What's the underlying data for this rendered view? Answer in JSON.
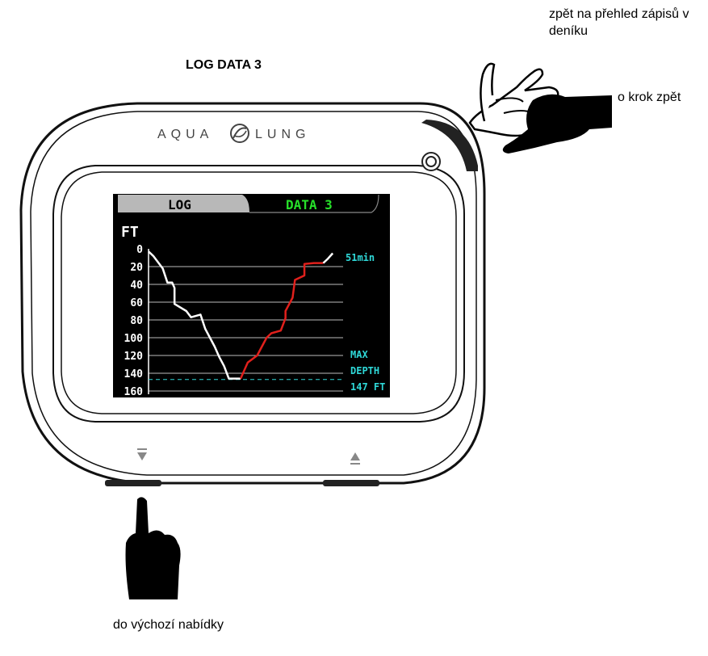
{
  "heading": "LOG DATA 3",
  "notes": {
    "back_to_log_list": "zpět na přehled zápisů v deníku",
    "step_back": "o krok zpět",
    "home_menu": "do výchozí nabídky"
  },
  "device": {
    "brand_left": "AQUA",
    "brand_right": "LUNG"
  },
  "screen": {
    "tab_log": "LOG",
    "tab_data": "DATA 3",
    "unit": "FT",
    "y_ticks": [
      "0",
      "20",
      "40",
      "60",
      "80",
      "100",
      "120",
      "140",
      "160"
    ],
    "duration": "51min",
    "max_depth_label_1": "MAX",
    "max_depth_label_2": "DEPTH",
    "max_depth_value": "147 FT"
  },
  "chart_data": {
    "type": "line",
    "ylabel": "FT",
    "ylim": [
      0,
      160
    ],
    "y_inverted": true,
    "max_depth": 147,
    "duration_min": 51,
    "series": [
      {
        "name": "descent",
        "color": "#ffffff",
        "points": [
          [
            0,
            3
          ],
          [
            1,
            8
          ],
          [
            3,
            22
          ],
          [
            4,
            38
          ],
          [
            5,
            38
          ],
          [
            5.5,
            44
          ],
          [
            5.5,
            62
          ],
          [
            8,
            70
          ],
          [
            9,
            77
          ],
          [
            11,
            74
          ],
          [
            12,
            90
          ],
          [
            13,
            100
          ],
          [
            14,
            110
          ],
          [
            15,
            122
          ],
          [
            16,
            132
          ],
          [
            17,
            146
          ],
          [
            19.5,
            146
          ]
        ]
      },
      {
        "name": "ascent",
        "color": "#e0201c",
        "points": [
          [
            19.5,
            146
          ],
          [
            21,
            128
          ],
          [
            23,
            120
          ],
          [
            25,
            100
          ],
          [
            26,
            95
          ],
          [
            28,
            92
          ],
          [
            29,
            78
          ],
          [
            29,
            70
          ],
          [
            30,
            60
          ],
          [
            30.5,
            55
          ],
          [
            31,
            35
          ],
          [
            33,
            30
          ],
          [
            33,
            17
          ],
          [
            35,
            16
          ],
          [
            37,
            16
          ]
        ]
      },
      {
        "name": "final",
        "color": "#ffffff",
        "points": [
          [
            37,
            16
          ],
          [
            38,
            11
          ],
          [
            39,
            5
          ]
        ]
      }
    ]
  }
}
